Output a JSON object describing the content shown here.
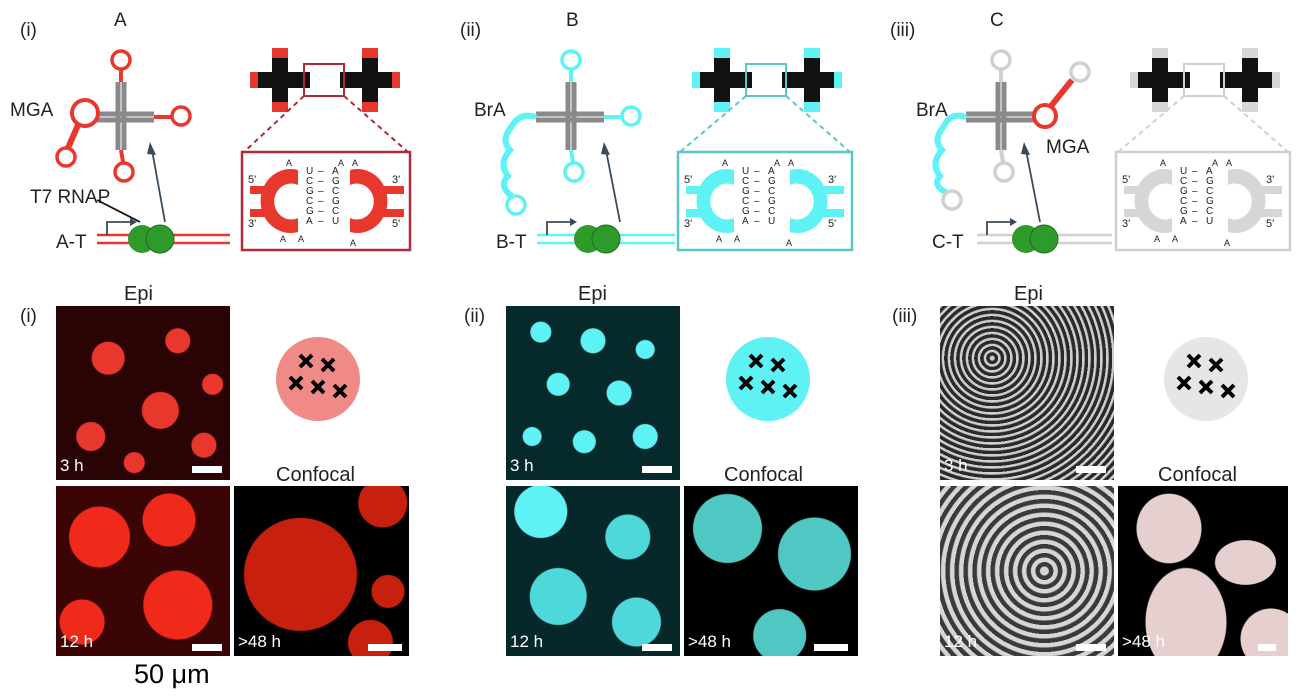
{
  "top": {
    "panels": [
      {
        "roman": "(i)",
        "letter": "A",
        "arm_label": "MGA",
        "polymerase_label": "T7 RNAP",
        "template": "A-T",
        "color": "#e8372d"
      },
      {
        "roman": "(ii)",
        "letter": "B",
        "arm_label": "BrA",
        "template": "B-T",
        "color": "#5ff2f4"
      },
      {
        "roman": "(iii)",
        "letter": "C",
        "arm_label_1": "BrA",
        "arm_label_2": "MGA",
        "template": "C-T",
        "color": "#d6d6d6"
      }
    ],
    "kissing_loop": {
      "left_col": [
        "U",
        "C",
        "G",
        "C",
        "G",
        "A"
      ],
      "right_col": [
        "A",
        "G",
        "C",
        "G",
        "C",
        "U"
      ],
      "end_5": "5'",
      "end_3": "3'",
      "loop_a": "A"
    }
  },
  "bottom": {
    "panels": [
      {
        "roman": "(i)",
        "epi": "Epi",
        "confocal": "Confocal",
        "t1": "3 h",
        "t2": "12 h",
        "t3": ">48 h",
        "color": "#e8372d"
      },
      {
        "roman": "(ii)",
        "epi": "Epi",
        "confocal": "Confocal",
        "t1": "3 h",
        "t2": "12 h",
        "t3": ">48 h",
        "color": "#5ff2f4"
      },
      {
        "roman": "(iii)",
        "epi": "Epi",
        "confocal": "Confocal",
        "t1": "3 h",
        "t2": "12 h",
        "t3": ">48 h",
        "color": "#d9d9d9"
      }
    ],
    "scale": "50 μm"
  },
  "colors": {
    "red": "#e8372d",
    "cyan": "#5ff2f4",
    "grey": "#d6d6d6",
    "green": "#2e9a2a",
    "arrow": "#3b4a5a"
  }
}
